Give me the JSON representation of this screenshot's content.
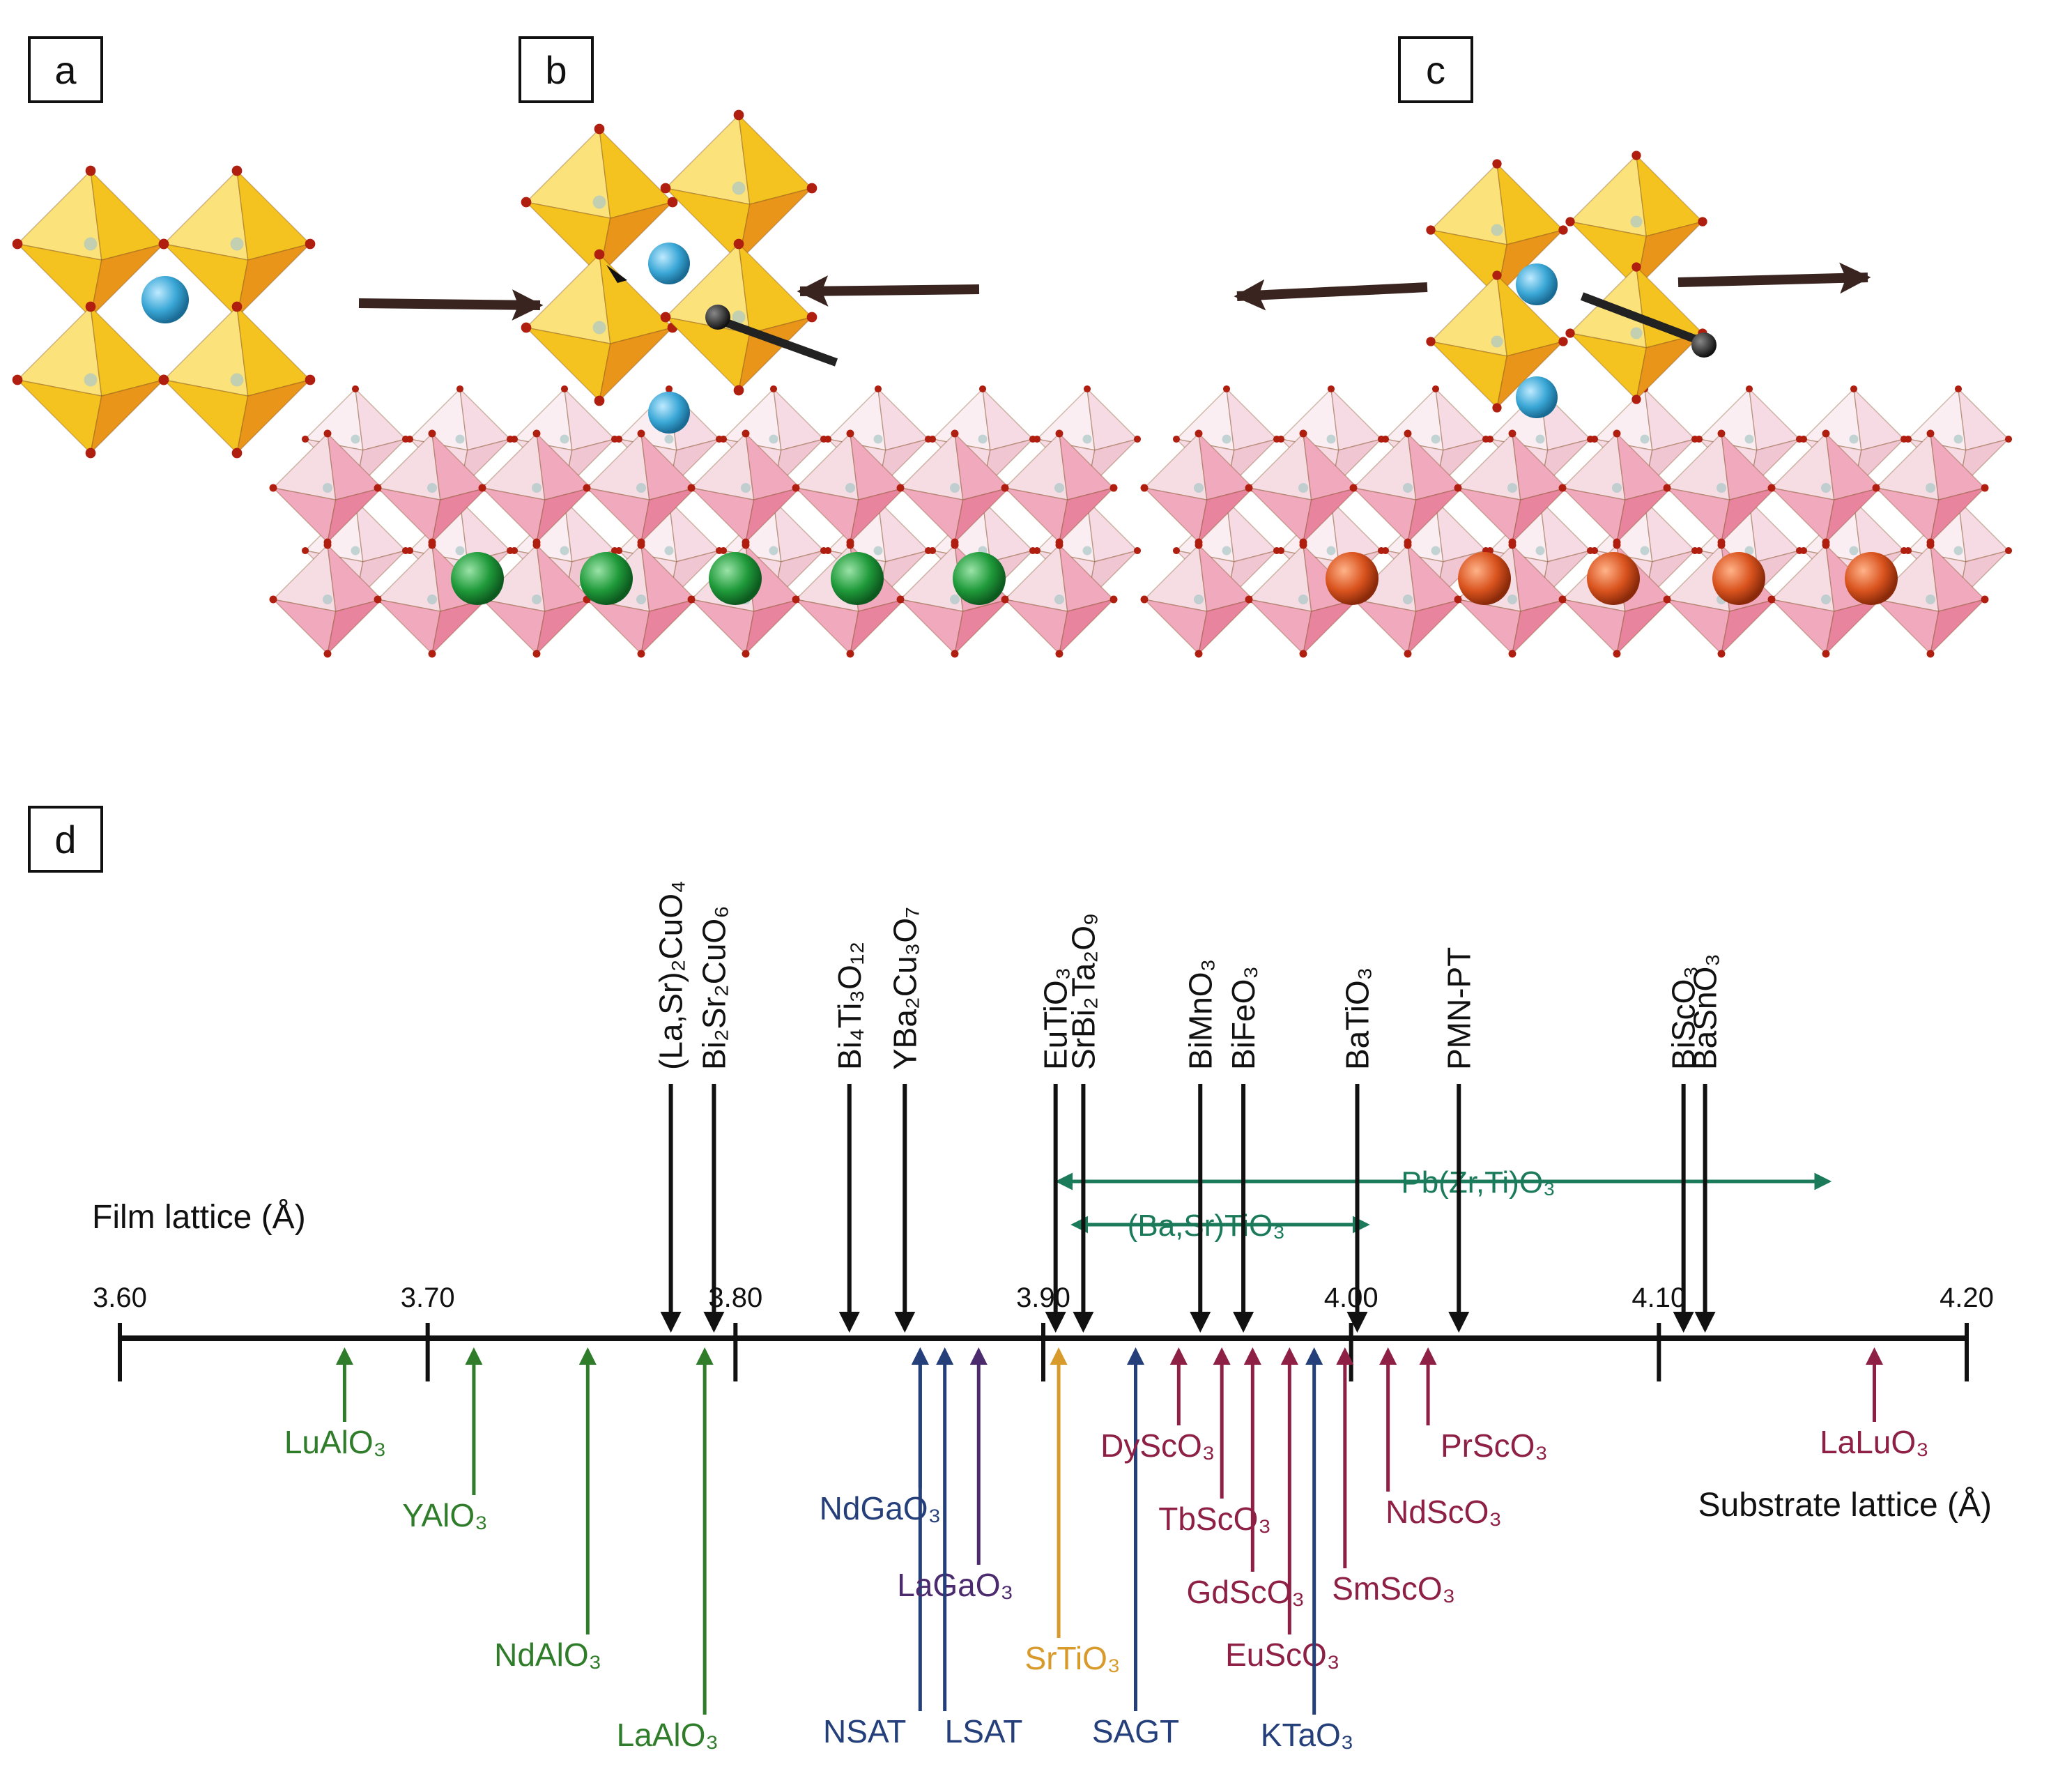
{
  "panels": {
    "a": "a",
    "b": "b",
    "c": "c",
    "d": "d"
  },
  "colors": {
    "axis": "#111111",
    "octahedron_yellow": "#f5c31f",
    "octahedron_orange": "#e8951a",
    "substrate_pink": "#e9849f",
    "substrate_light": "#f6dde4",
    "oxygen": "#b01e10",
    "a_site_blue": "#3aa7d6",
    "green_ion": "#1f9a3a",
    "orange_ion": "#d9531e",
    "green_arrow": "#2f7d2a",
    "navy_arrow": "#243f7a",
    "maroon_arrow": "#8e1f45",
    "purple_arrow": "#4b2a6e",
    "gold_arrow": "#d89a2a",
    "teal_range": "#1a7a5a"
  },
  "chart_data": {
    "type": "number-line",
    "axis": {
      "min": 3.6,
      "max": 4.2,
      "ticks": [
        "3.60",
        "3.70",
        "3.80",
        "3.90",
        "4.00",
        "4.10",
        "4.20"
      ]
    },
    "labels": {
      "film": "Film lattice (Å)",
      "substrate": "Substrate lattice (Å)"
    },
    "films": [
      {
        "label": "(La,Sr)₂CuO₄",
        "value": 3.779
      },
      {
        "label": "Bi₂Sr₂CuO₆",
        "value": 3.793
      },
      {
        "label": "Bi₄Ti₃O₁₂",
        "value": 3.837
      },
      {
        "label": "YBa₂Cu₃O₇",
        "value": 3.855
      },
      {
        "label": "EuTiO₃",
        "value": 3.904
      },
      {
        "label": "SrBi₂Ta₂O₉",
        "value": 3.913
      },
      {
        "label": "BiMnO₃",
        "value": 3.951
      },
      {
        "label": "BiFeO₃",
        "value": 3.965
      },
      {
        "label": "BaTiO₃",
        "value": 4.002
      },
      {
        "label": "PMN-PT",
        "value": 4.035
      },
      {
        "label": "BiScO₃",
        "value": 4.108
      },
      {
        "label": "BaSnO₃",
        "value": 4.115
      }
    ],
    "ranges": [
      {
        "label": "Pb(Zr,Ti)O₃",
        "from": 3.905,
        "to": 4.155
      },
      {
        "label": "(Ba,Sr)TiO₃",
        "from": 3.91,
        "to": 4.005
      }
    ],
    "substrates": [
      {
        "label": "LuAlO₃",
        "value": 3.673,
        "color": "green"
      },
      {
        "label": "YAlO₃",
        "value": 3.715,
        "color": "green"
      },
      {
        "label": "NdAlO₃",
        "value": 3.752,
        "color": "green"
      },
      {
        "label": "LaAlO₃",
        "value": 3.79,
        "color": "green"
      },
      {
        "label": "NdGaO₃",
        "value": 3.86,
        "color": "navy"
      },
      {
        "label": "NSAT",
        "value": 3.86,
        "color": "navy"
      },
      {
        "label": "LaGaO₃",
        "value": 3.879,
        "color": "purple"
      },
      {
        "label": "LSAT",
        "value": 3.868,
        "color": "navy"
      },
      {
        "label": "SrTiO₃",
        "value": 3.905,
        "color": "gold"
      },
      {
        "label": "SAGT",
        "value": 3.93,
        "color": "navy"
      },
      {
        "label": "DyScO₃",
        "value": 3.944,
        "color": "maroon"
      },
      {
        "label": "TbScO₃",
        "value": 3.958,
        "color": "maroon"
      },
      {
        "label": "GdScO₃",
        "value": 3.968,
        "color": "maroon"
      },
      {
        "label": "EuScO₃",
        "value": 3.98,
        "color": "maroon"
      },
      {
        "label": "KTaO₃",
        "value": 3.988,
        "color": "navy"
      },
      {
        "label": "SmScO₃",
        "value": 3.998,
        "color": "maroon"
      },
      {
        "label": "NdScO₃",
        "value": 4.012,
        "color": "maroon"
      },
      {
        "label": "PrScO₃",
        "value": 4.025,
        "color": "maroon"
      },
      {
        "label": "LaLuO₃",
        "value": 4.17,
        "color": "maroon"
      }
    ]
  }
}
